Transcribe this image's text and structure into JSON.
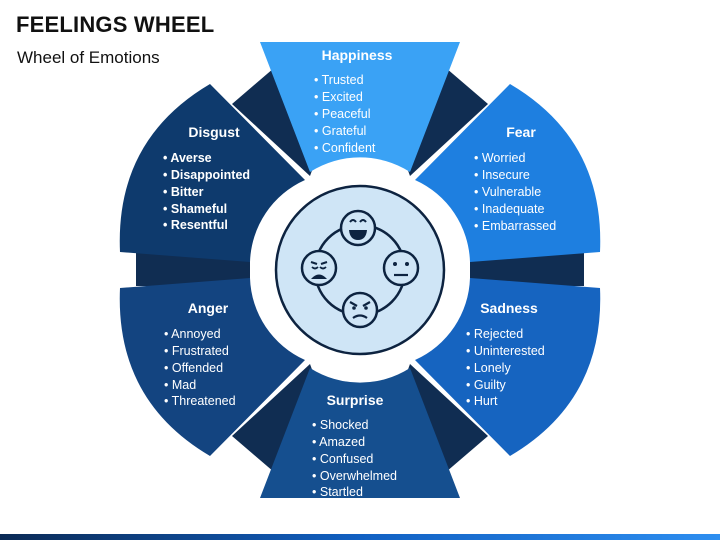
{
  "title": "FEELINGS WHEEL",
  "subtitle": "Wheel of Emotions",
  "colors": {
    "navy": "#0e3a6d",
    "dark_blue": "#154f8f",
    "mid_blue": "#1664c0",
    "bright_blue": "#1e7fe0",
    "light_blue": "#3aa2f5",
    "ring": "#c7dff2",
    "inner": "#dcedf9",
    "icon": "#0d2340"
  },
  "segments": [
    {
      "name": "Happiness",
      "items": [
        "Trusted",
        "Excited",
        "Peaceful",
        "Grateful",
        "Confident"
      ]
    },
    {
      "name": "Fear",
      "items": [
        "Worried",
        "Insecure",
        "Vulnerable",
        "Inadequate",
        "Embarrassed"
      ]
    },
    {
      "name": "Sadness",
      "items": [
        "Rejected",
        "Uninterested",
        "Lonely",
        "Guilty",
        "Hurt"
      ]
    },
    {
      "name": "Surprise",
      "items": [
        "Shocked",
        "Amazed",
        "Confused",
        "Overwhelmed",
        "Startled"
      ]
    },
    {
      "name": "Anger",
      "items": [
        "Annoyed",
        "Frustrated",
        "Offended",
        "Mad",
        "Threatened"
      ]
    },
    {
      "name": "Disgust",
      "items": [
        "Averse",
        "Disappointed",
        "Bitter",
        "Shameful",
        "Resentful"
      ]
    }
  ],
  "center_icons": [
    "smiling-face-icon",
    "neutral-face-icon",
    "angry-face-icon",
    "sad-face-icon"
  ]
}
